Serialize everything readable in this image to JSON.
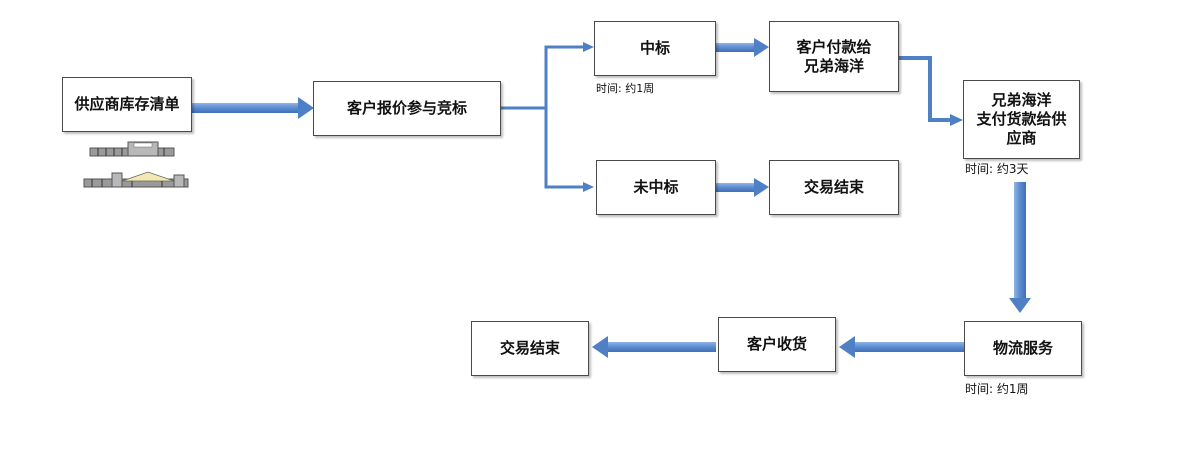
{
  "nodes": {
    "supplier_inventory": "供应商库存清单",
    "customer_bidding": "客户报价参与竞标",
    "win_bid": "中标",
    "lose_bid": "未中标",
    "customer_pays": "客户付款给\n兄弟海洋",
    "deal_end_top": "交易结束",
    "brothers_pay_supplier": "兄弟海洋\n支付货款给供\n应商",
    "logistics": "物流服务",
    "customer_receive": "客户收货",
    "deal_end_bottom": "交易结束"
  },
  "notes": {
    "win_bid_time": "时间: 约1周",
    "pay_supplier_time": "时间: 约3天",
    "logistics_time": "时间: 约1周"
  },
  "colors": {
    "arrow": "#5b8bd0",
    "arrow_dark": "#3f6fb5",
    "border": "#4a4a4a"
  }
}
